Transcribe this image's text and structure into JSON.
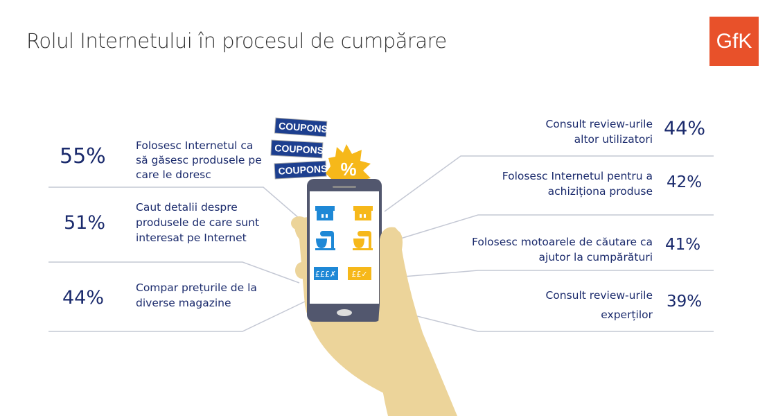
{
  "title": "Rolul Internetului în procesul de cumpărare",
  "logo": "GfK",
  "left": [
    {
      "pct": "55%",
      "label": "Folosesc Internetul ca să găsesc produsele pe care le doresc"
    },
    {
      "pct": "51%",
      "label": "Caut detalii despre produsele de care sunt interesat pe Internet"
    },
    {
      "pct": "44%",
      "label": "Compar prețurile de la diverse magazine"
    }
  ],
  "right": [
    {
      "pct": "44%",
      "label": "Consult review-urile altor utilizatori"
    },
    {
      "pct": "42%",
      "label": "Folosesc Internetul pentru a achiziționa produse"
    },
    {
      "pct": "41%",
      "label": "Folosesc motoarele de căutare ca ajutor la cumpărături"
    },
    {
      "pct": "39%",
      "label": "Consult review-urile experților"
    }
  ],
  "illustration": {
    "coupon": "COUPONS",
    "badge": "%",
    "price_bad": "£££✗",
    "price_good": "££✓"
  },
  "colors": {
    "navy": "#1a2a6c",
    "blue": "#1e88d6",
    "yellow": "#f6b81a",
    "hand": "#ecd49a",
    "phone": "#52576e",
    "line": "#c4c8d4",
    "gfk": "#e8512a"
  }
}
